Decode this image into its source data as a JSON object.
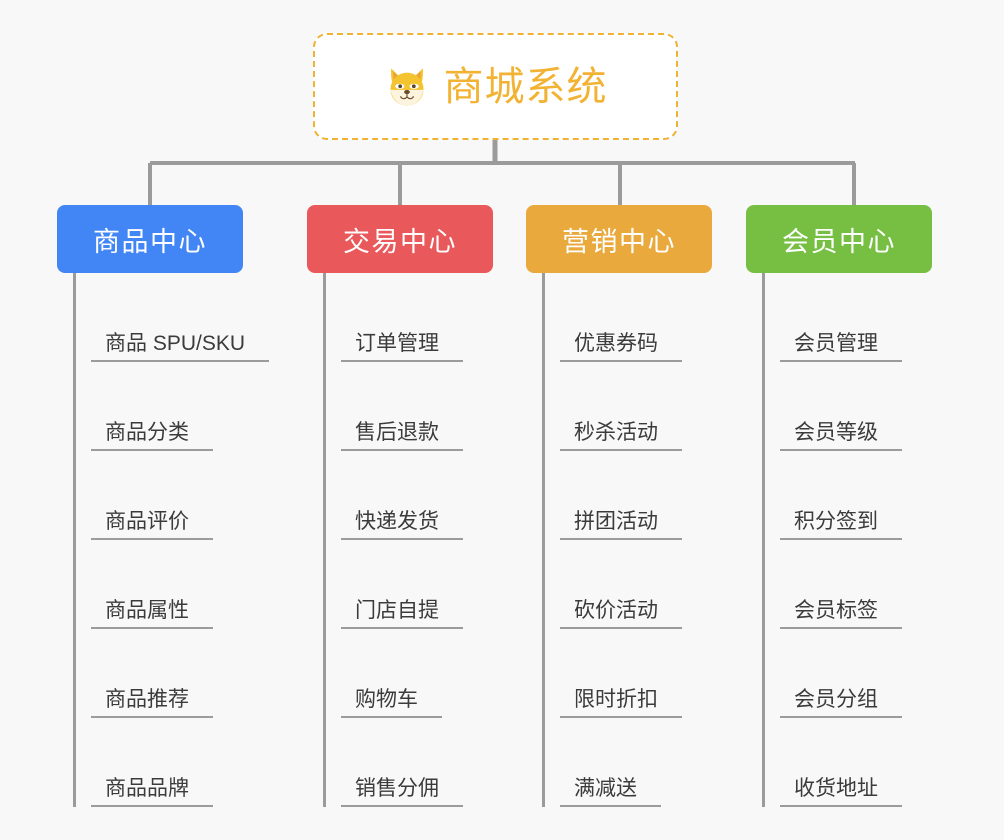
{
  "page": {
    "background_color": "#f8f8f8",
    "type": "org-chart-mindmap"
  },
  "root": {
    "title": "商城系统",
    "icon": "shiba-dog-emoji",
    "text_color": "#f2b233",
    "border_color": "#f0b232",
    "background_color": "#ffffff"
  },
  "columns": [
    {
      "title": "商品中心",
      "color": "#4285f4",
      "items": [
        "商品 SPU/SKU",
        "商品分类",
        "商品评价",
        "商品属性",
        "商品推荐",
        "商品品牌"
      ]
    },
    {
      "title": "交易中心",
      "color": "#e9585a",
      "items": [
        "订单管理",
        "售后退款",
        "快递发货",
        "门店自提",
        "购物车",
        "销售分佣"
      ]
    },
    {
      "title": "营销中心",
      "color": "#e9a93c",
      "items": [
        "优惠券码",
        "秒杀活动",
        "拼团活动",
        "砍价活动",
        "限时折扣",
        "满减送"
      ]
    },
    {
      "title": "会员中心",
      "color": "#77bf43",
      "items": [
        "会员管理",
        "会员等级",
        "积分签到",
        "会员标签",
        "会员分组",
        "收货地址"
      ]
    }
  ],
  "connector": {
    "color": "#9b9b9b"
  }
}
